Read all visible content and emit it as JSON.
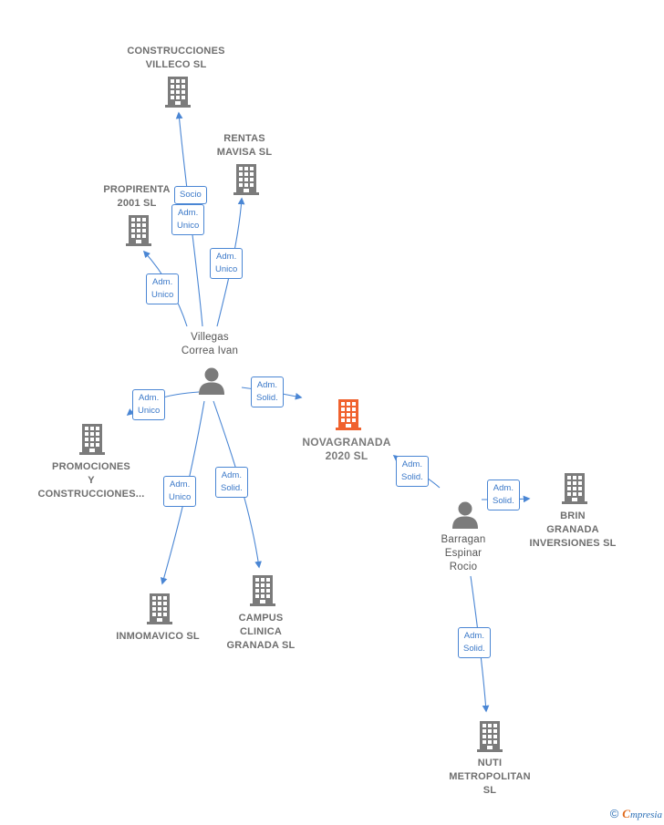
{
  "colors": {
    "edge": "#4a86d4",
    "company": "#7b7b7b",
    "focus_company": "#f0622e",
    "person": "#7b7b7b"
  },
  "nodes": {
    "construcciones_villeco": {
      "label": "CONSTRUCCIONES\nVILLECO  SL",
      "icon": "building-icon"
    },
    "rentas_mavisa": {
      "label": "RENTAS\nMAVISA SL",
      "icon": "building-icon"
    },
    "propirenta": {
      "label": "PROPIRENTA\n2001 SL",
      "icon": "building-icon"
    },
    "villegas": {
      "label": "Villegas\nCorrea Ivan",
      "icon": "person-icon"
    },
    "promociones": {
      "label": "PROMOCIONES\nY\nCONSTRUCCIONES...",
      "icon": "building-icon"
    },
    "novagranada": {
      "label": "NOVAGRANADA\n2020  SL",
      "icon": "building-icon-highlighted"
    },
    "brin_granada": {
      "label": "BRIN\nGRANADA\nINVERSIONES SL",
      "icon": "building-icon"
    },
    "barragan": {
      "label": "Barragan\nEspinar\nRocio",
      "icon": "person-icon"
    },
    "inmomavico": {
      "label": "INMOMAVICO SL",
      "icon": "building-icon"
    },
    "campus_clinica": {
      "label": "CAMPUS\nCLINICA\nGRANADA  SL",
      "icon": "building-icon"
    },
    "nuti_metropolitan": {
      "label": "NUTI\nMETROPOLITAN\nSL",
      "icon": "building-icon"
    }
  },
  "edges": {
    "villegas_villeco_socio": "Socio",
    "villegas_villeco_adm": "Adm.\nUnico",
    "villegas_rentas": "Adm.\nUnico",
    "villegas_propirenta": "Adm.\nUnico",
    "villegas_promociones": "Adm.\nUnico",
    "villegas_novagranada": "Adm.\nSolid.",
    "villegas_inmomavico": "Adm.\nUnico",
    "villegas_campus": "Adm.\nSolid.",
    "barragan_novagranada": "Adm.\nSolid.",
    "barragan_brin": "Adm.\nSolid.",
    "barragan_nuti": "Adm.\nSolid."
  },
  "brand": {
    "copyright": "©",
    "initial": "C",
    "rest": "mpresia"
  }
}
